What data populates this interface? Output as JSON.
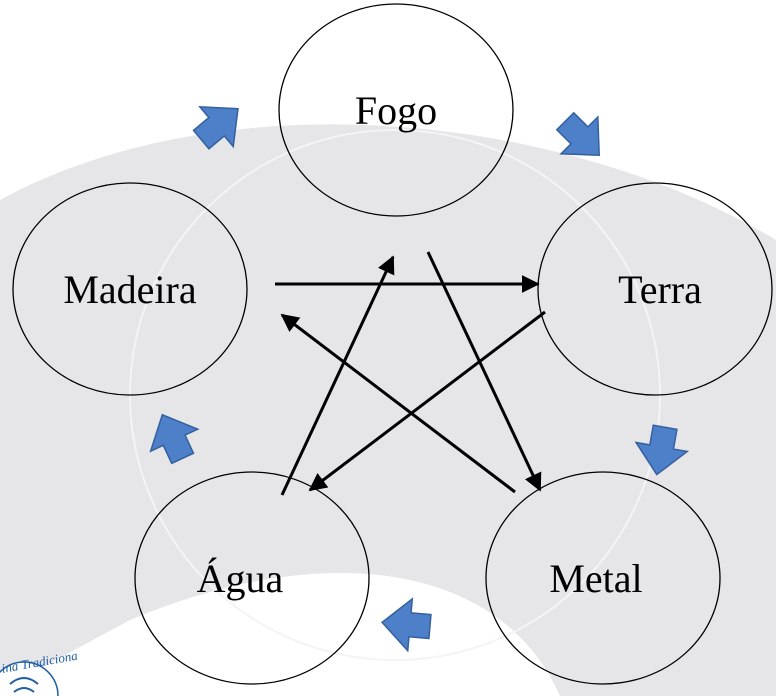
{
  "diagram": {
    "nodes": {
      "fogo": "Fogo",
      "terra": "Terra",
      "metal": "Metal",
      "agua": "Água",
      "madeira": "Madeira"
    },
    "cycle_order": [
      "Fogo",
      "Terra",
      "Metal",
      "Água",
      "Madeira"
    ],
    "control_order": [
      [
        "Fogo",
        "Metal"
      ],
      [
        "Metal",
        "Madeira"
      ],
      [
        "Madeira",
        "Terra"
      ],
      [
        "Terra",
        "Água"
      ],
      [
        "Água",
        "Fogo"
      ]
    ]
  },
  "logo": {
    "text": "ina Tradiciona"
  },
  "colors": {
    "background_band": "#e6e6e9",
    "arrow_fill": "#4d80c8",
    "arrow_stroke": "#34609e",
    "node_stroke": "#000000",
    "node_fill": "#ffffff"
  }
}
